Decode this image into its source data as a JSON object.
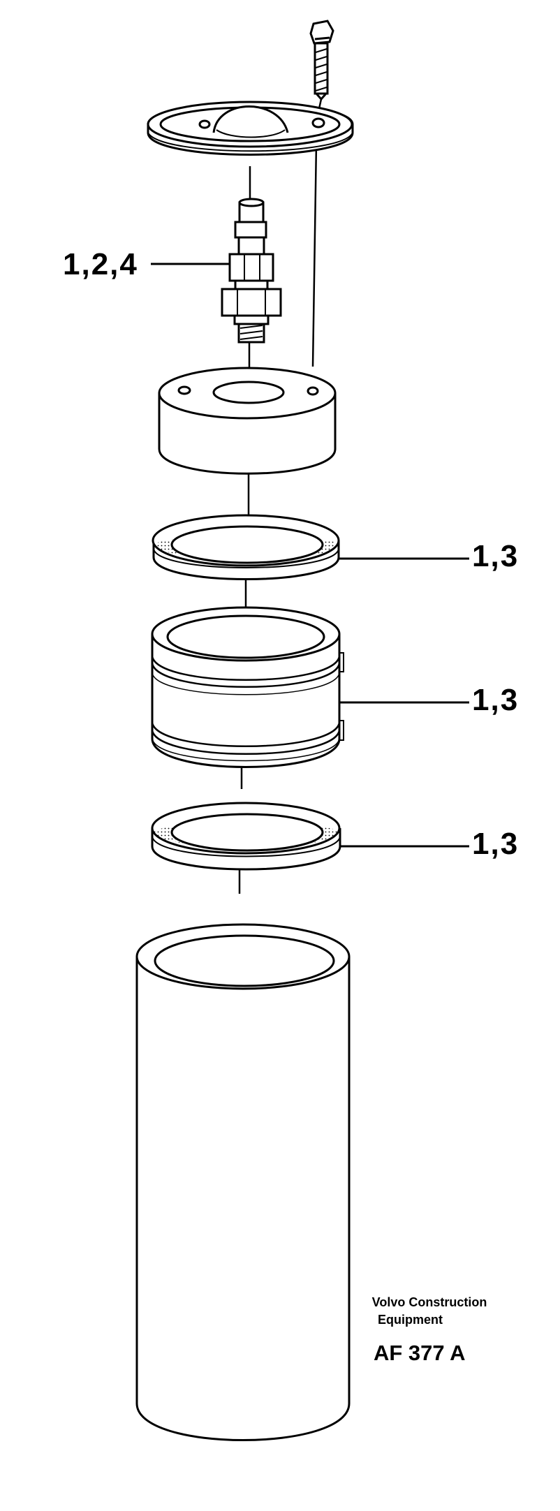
{
  "callouts": {
    "fitting": "1,2,4",
    "upper_seal": "1,3",
    "piston": "1,3",
    "lower_seal": "1,3"
  },
  "brand": {
    "line1": "Volvo Construction",
    "line2": "Equipment"
  },
  "doc_code": "AF 377 A"
}
